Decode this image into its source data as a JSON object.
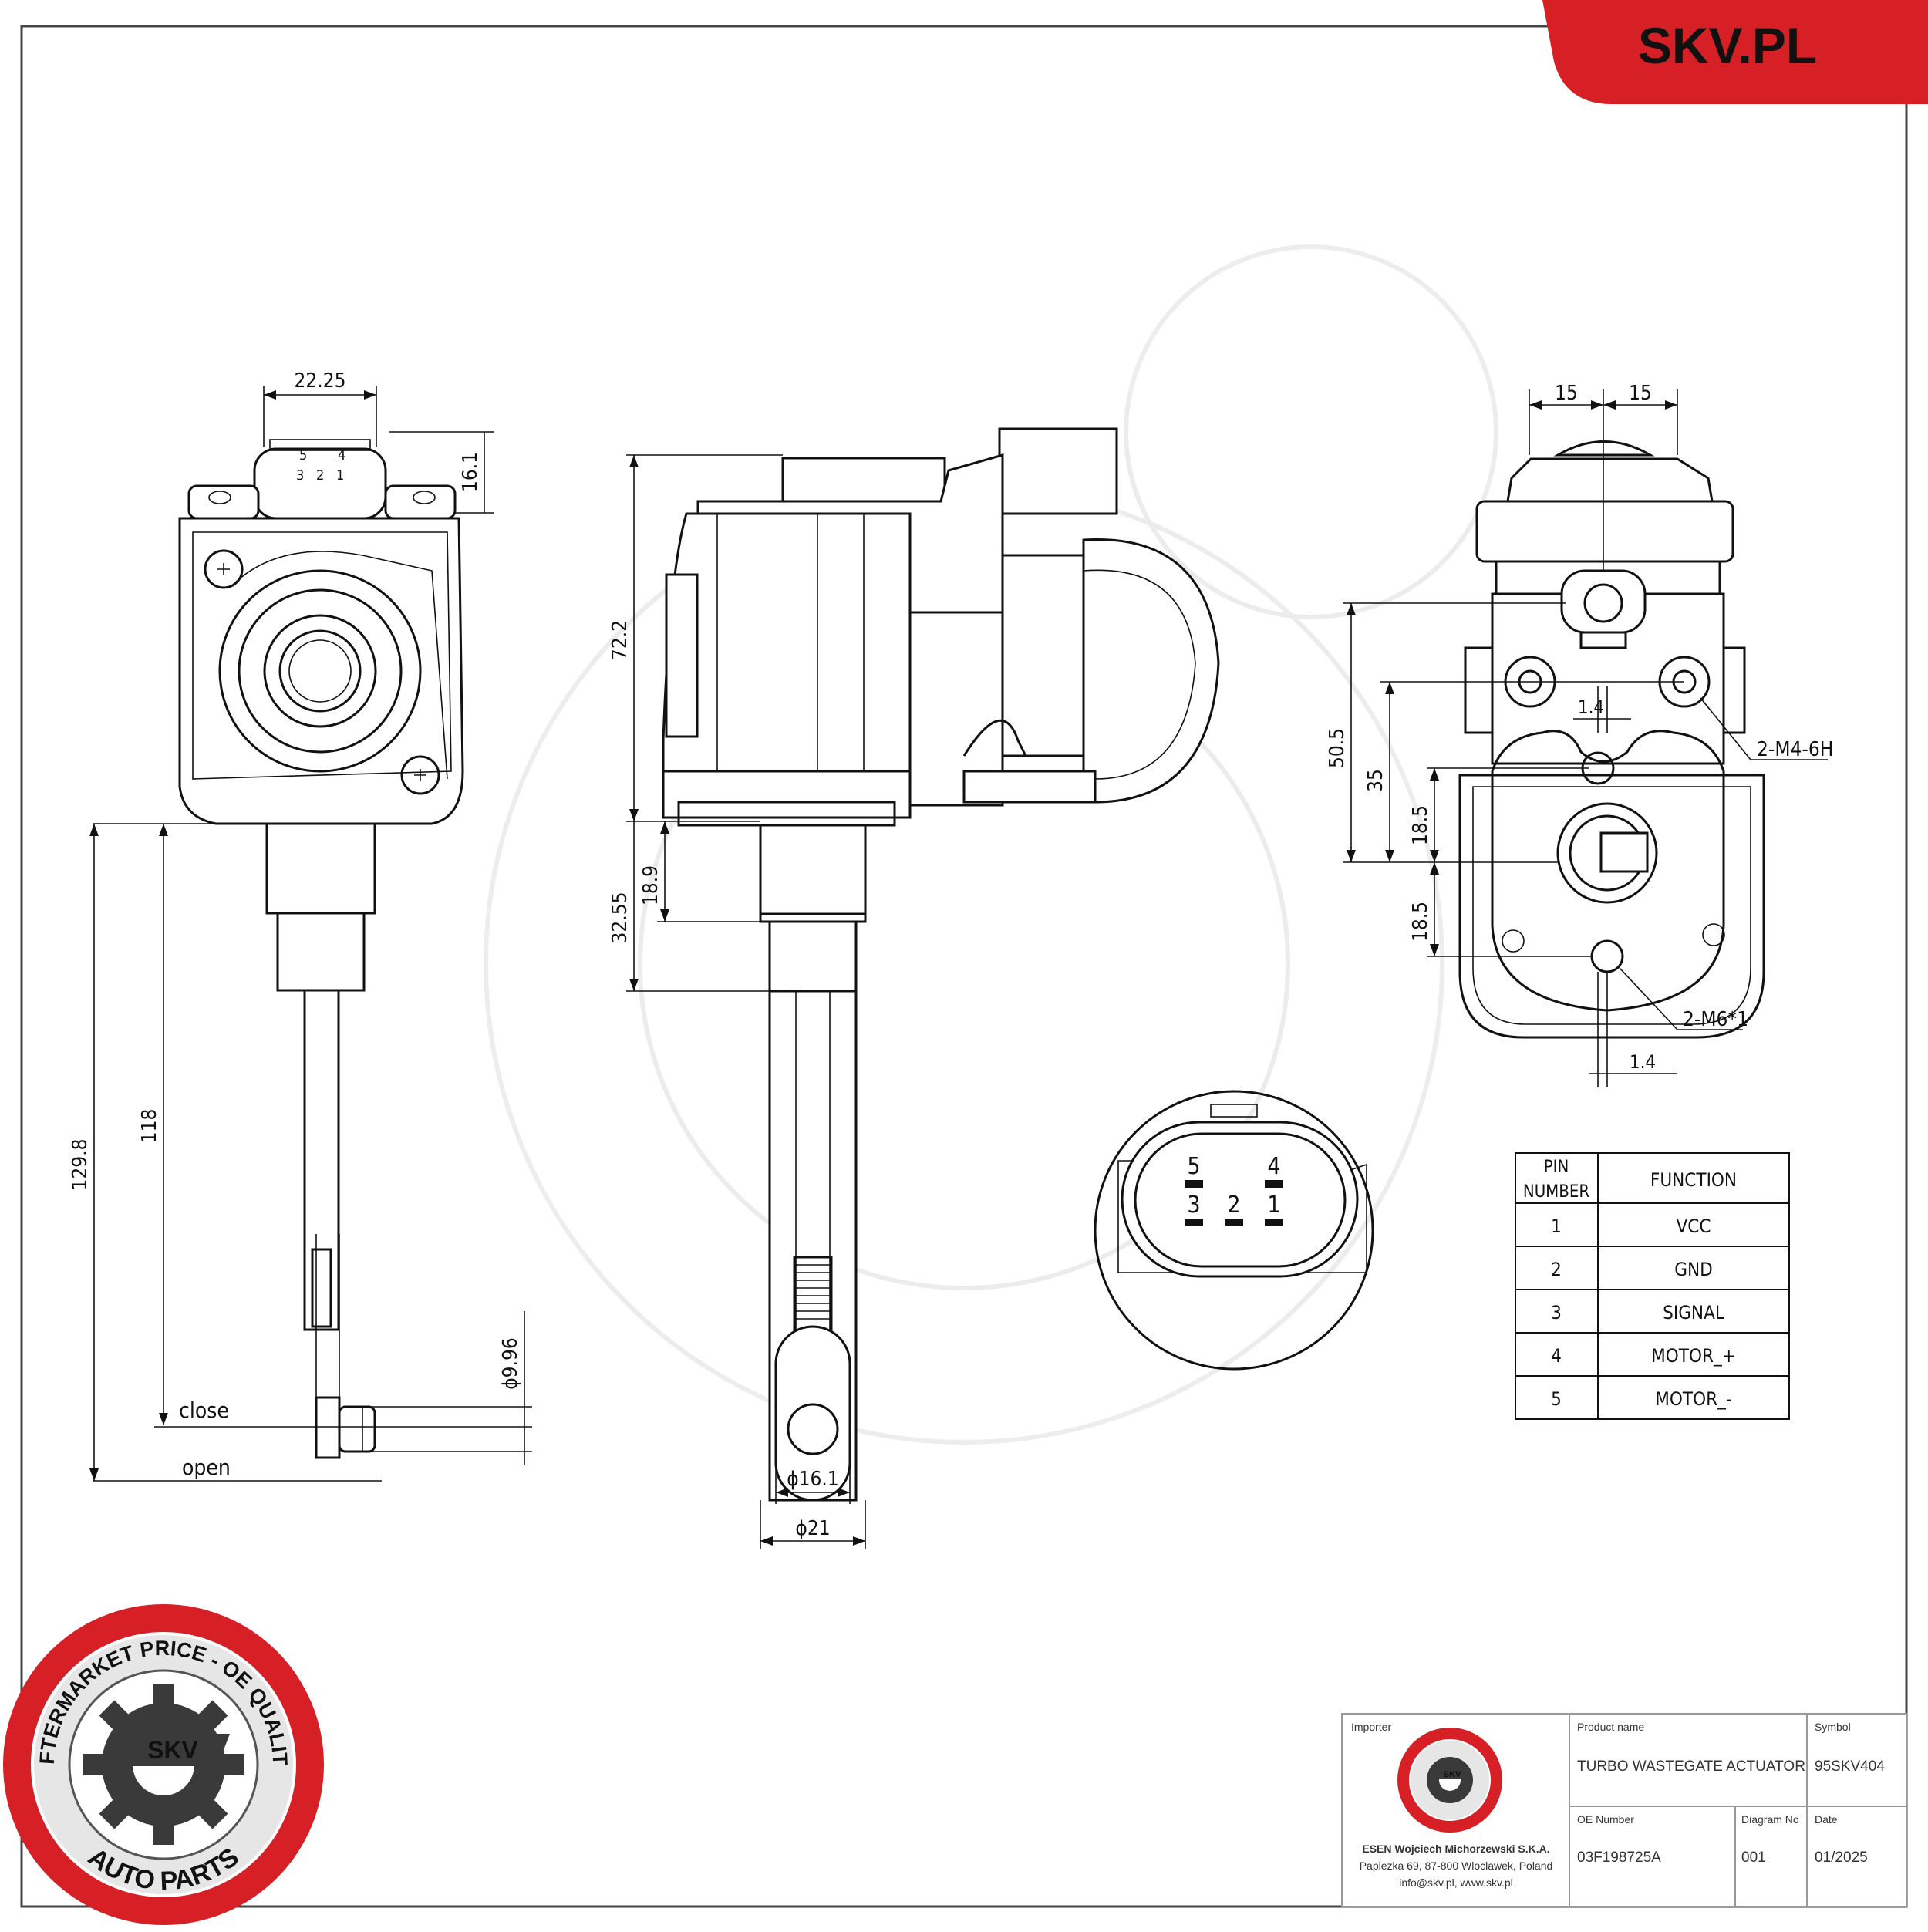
{
  "brand": {
    "site": "SKV.PL",
    "accent": "#d71f26",
    "badge_top": "AFTERMARKET PRICE - OE QUALITY",
    "badge_bottom": "AUTO PARTS",
    "badge_center": "SKV"
  },
  "dimensions": {
    "connector_width": "22.25",
    "connector_height": "16.1",
    "total_length": "129.8",
    "stroke_length": "118",
    "close": "close",
    "open": "open",
    "pin_dia": "ϕ9.96",
    "body_height": "72.2",
    "rod_offset": "18.9",
    "rod_total": "32.55",
    "eye_dia": "ϕ16.1",
    "rod_dia": "ϕ21",
    "half_width_left": "15",
    "half_width_right": "15",
    "hole_height": "50.5",
    "hole_mid": "35",
    "hole_upper": "18.5",
    "hole_lower": "18.5",
    "offset_upper": "1.4",
    "offset_lower": "1.4",
    "thread_upper": "2-M4-6H",
    "thread_lower": "2-M6*1"
  },
  "connector_pins": [
    "5",
    "4",
    "3",
    "2",
    "1"
  ],
  "pin_table": {
    "header_pin": [
      "PIN",
      "NUMBER"
    ],
    "header_function": "FUNCTION",
    "rows": [
      {
        "pin": "1",
        "function": "VCC"
      },
      {
        "pin": "2",
        "function": "GND"
      },
      {
        "pin": "3",
        "function": "SIGNAL"
      },
      {
        "pin": "4",
        "function": "MOTOR_+"
      },
      {
        "pin": "5",
        "function": "MOTOR_-"
      }
    ]
  },
  "title_block": {
    "importer_label": "Importer",
    "importer_name": "ESEN Wojciech Michorzewski S.K.A.",
    "importer_address": "Papiezka 69, 87-800 Wloclawek, Poland",
    "importer_contact": "info@skv.pl, www.skv.pl",
    "product_label": "Product name",
    "product_name": "TURBO WASTEGATE ACTUATOR",
    "symbol_label": "Symbol",
    "symbol": "95SKV404",
    "oe_label": "OE Number",
    "oe_number": "03F198725A",
    "diagram_label": "Diagram No",
    "diagram_no": "001",
    "date_label": "Date",
    "date": "01/2025"
  }
}
